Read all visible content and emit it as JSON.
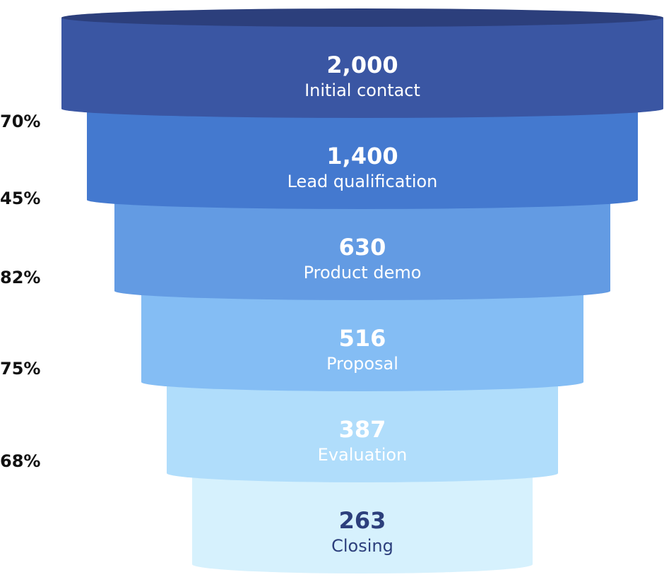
{
  "funnel": {
    "stages": [
      {
        "value": "2,000",
        "label": "Initial contact",
        "fill": "#3a56a3",
        "top_fill": "#2c3f7c",
        "text_color": "#ffffff"
      },
      {
        "value": "1,400",
        "label": "Lead qualification",
        "fill": "#4479cf",
        "top_fill": "#4479cf",
        "text_color": "#ffffff"
      },
      {
        "value": "630",
        "label": "Product demo",
        "fill": "#639be3",
        "top_fill": "#639be3",
        "text_color": "#ffffff"
      },
      {
        "value": "516",
        "label": "Proposal",
        "fill": "#84bdf4",
        "top_fill": "#84bdf4",
        "text_color": "#ffffff"
      },
      {
        "value": "387",
        "label": "Evaluation",
        "fill": "#b0ddfb",
        "top_fill": "#b0ddfb",
        "text_color": "#ffffff"
      },
      {
        "value": "263",
        "label": "Closing",
        "fill": "#d6f1fd",
        "top_fill": "#d6f1fd",
        "text_color": "#2c3f7c"
      }
    ],
    "conversion_rates": [
      "70%",
      "45%",
      "82%",
      "75%",
      "68%"
    ]
  }
}
